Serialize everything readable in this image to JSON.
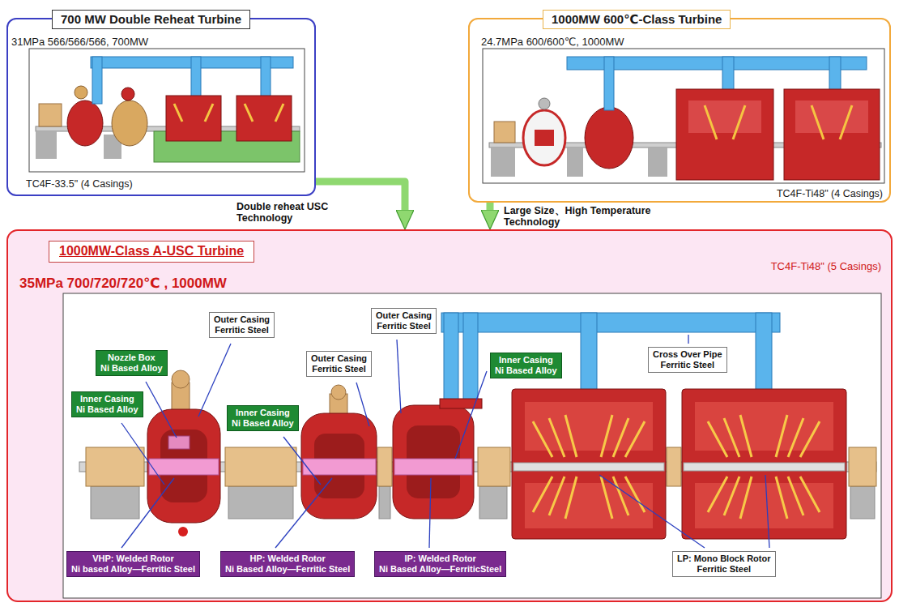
{
  "diagram": {
    "nodes": [
      {
        "text": [
          "700 MW Double Reheat Turbine",
          "31MPa 566/566/566, 700MW",
          "TC4F-33.5\" (4 Casings)"
        ]
      },
      {
        "text": [
          "1000MW 600℃-Class Turbine",
          "24.7MPa 600/600℃, 1000MW",
          "TC4F-Ti48\" (4 Casings)"
        ]
      },
      {
        "text": [
          "1000MW-Class A-USC Turbine",
          "35MPa 700/720/720℃ , 1000MW",
          "TC4F-Ti48\" (5 Casings)"
        ]
      },
      {
        "text": [
          "Outer Casing",
          "Ferritic Steel"
        ],
        "in": 2
      },
      {
        "text": [
          "Outer Casing",
          "Ferritic Steel"
        ],
        "in": 2
      },
      {
        "text": [
          "Cross Over Pipe",
          "Ferritic Steel"
        ],
        "in": 2
      },
      {
        "text": [
          "Nozzle Box",
          "Ni Based Alloy"
        ],
        "in": 2
      },
      {
        "text": [
          "Outer Casing",
          "Ferritic Steel"
        ],
        "in": 2
      },
      {
        "text": [
          "Inner Casing",
          "Ni Based Alloy"
        ],
        "in": 2
      },
      {
        "text": [
          "Inner Casing",
          "Ni Based Alloy"
        ],
        "in": 2
      },
      {
        "text": [
          "Inner Casing",
          "Ni Based Alloy"
        ],
        "in": 2
      },
      {
        "text": [
          "VHP: Welded Rotor",
          "Ni based Alloy—Ferritic Steel"
        ],
        "in": 2
      },
      {
        "text": [
          "HP: Welded Rotor",
          "Ni Based Alloy—Ferritic Steel"
        ],
        "in": 2
      },
      {
        "text": [
          "IP: Welded Rotor",
          "Ni Based Alloy—FerriticSteel"
        ],
        "in": 2
      },
      {
        "text": [
          "LP: Mono Block Rotor",
          "Ferritic Steel"
        ],
        "in": 2
      }
    ],
    "edges": [
      {
        "from": 0,
        "to": 2,
        "label": "Double reheat USC Technology",
        "arrow": "to"
      },
      {
        "from": 1,
        "to": 2,
        "label": "Large Size、High Temperature Technology",
        "arrow": "to"
      }
    ]
  }
}
